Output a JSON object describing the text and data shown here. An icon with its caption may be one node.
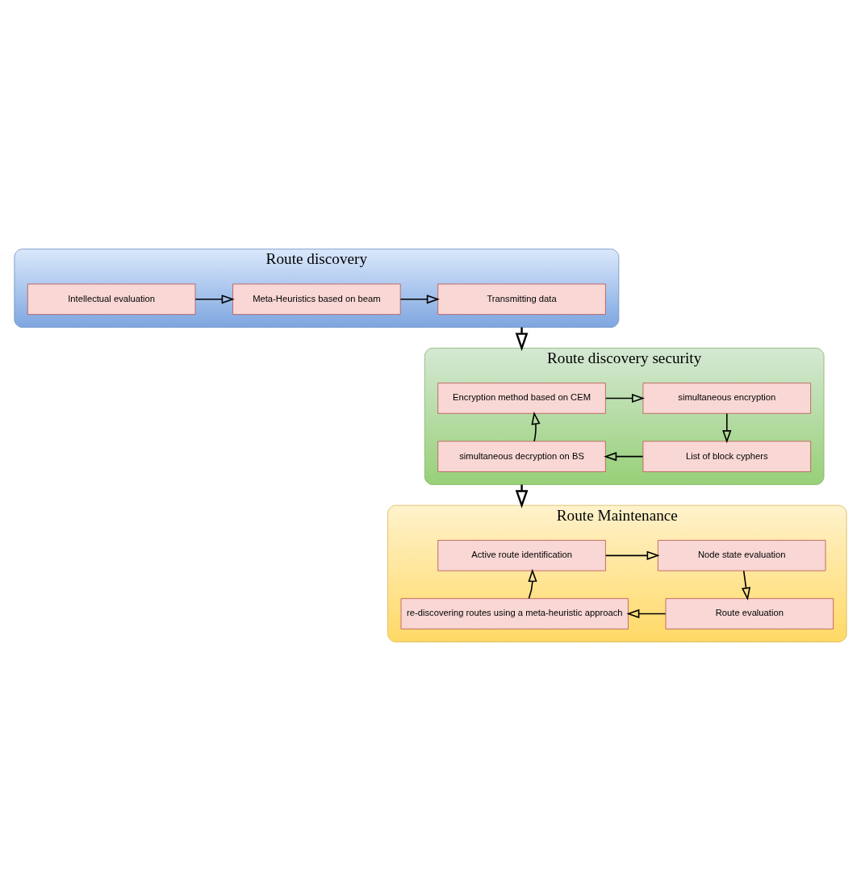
{
  "diagram": {
    "nodes": [
      {
        "text": [
          "Route discovery"
        ]
      },
      {
        "text": [
          "Intellectual evaluation"
        ],
        "in": 0
      },
      {
        "text": [
          "Meta-Heuristics based on beam"
        ],
        "in": 0
      },
      {
        "text": [
          "Transmitting data"
        ],
        "in": 0
      },
      {
        "text": [
          "Route discovery security"
        ]
      },
      {
        "text": [
          "Encryption method based on CEM"
        ],
        "in": 4
      },
      {
        "text": [
          "simultaneous encryption"
        ],
        "in": 4
      },
      {
        "text": [
          "simultaneous decryption on BS"
        ],
        "in": 4
      },
      {
        "text": [
          "List of block cyphers"
        ],
        "in": 4
      },
      {
        "text": [
          "Route Maintenance"
        ]
      },
      {
        "text": [
          "Active route identification"
        ],
        "in": 9
      },
      {
        "text": [
          "Node state evaluation"
        ],
        "in": 9
      },
      {
        "text": [
          "re-discovering routes using a meta-heuristic approach"
        ],
        "in": 9
      },
      {
        "text": [
          "Route evaluation"
        ],
        "in": 9
      }
    ],
    "edges": [
      {
        "from": 1,
        "to": 2,
        "arrow": "to"
      },
      {
        "from": 2,
        "to": 3,
        "arrow": "to"
      },
      {
        "from": 0,
        "to": 4,
        "arrow": "to"
      },
      {
        "from": 5,
        "to": 6,
        "arrow": "to"
      },
      {
        "from": 6,
        "to": 8,
        "arrow": "to"
      },
      {
        "from": 8,
        "to": 7,
        "arrow": "to"
      },
      {
        "from": 7,
        "to": 5,
        "arrow": "to"
      },
      {
        "from": 4,
        "to": 9,
        "arrow": "to"
      },
      {
        "from": 10,
        "to": 11,
        "arrow": "to"
      },
      {
        "from": 11,
        "to": 13,
        "arrow": "to"
      },
      {
        "from": 13,
        "to": 12,
        "arrow": "to"
      },
      {
        "from": 12,
        "to": 10,
        "arrow": "to"
      }
    ]
  }
}
